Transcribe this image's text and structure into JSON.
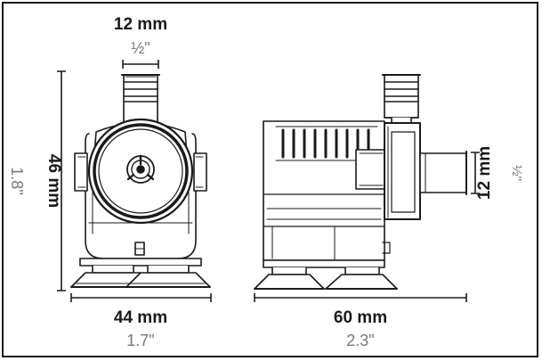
{
  "dimensions": {
    "top_width": {
      "metric": "12 mm",
      "imperial": "½\""
    },
    "height": {
      "metric": "46 mm",
      "imperial": "1.8\""
    },
    "front_width": {
      "metric": "44 mm",
      "imperial": "1.7\""
    },
    "side_length": {
      "metric": "60 mm",
      "imperial": "2.3\""
    },
    "outlet_diameter": {
      "metric": "12 mm",
      "imperial": "½\""
    }
  },
  "colors": {
    "line": "#1a1a1a",
    "imperial_text": "#777777",
    "body_fill": "#ffffff"
  }
}
